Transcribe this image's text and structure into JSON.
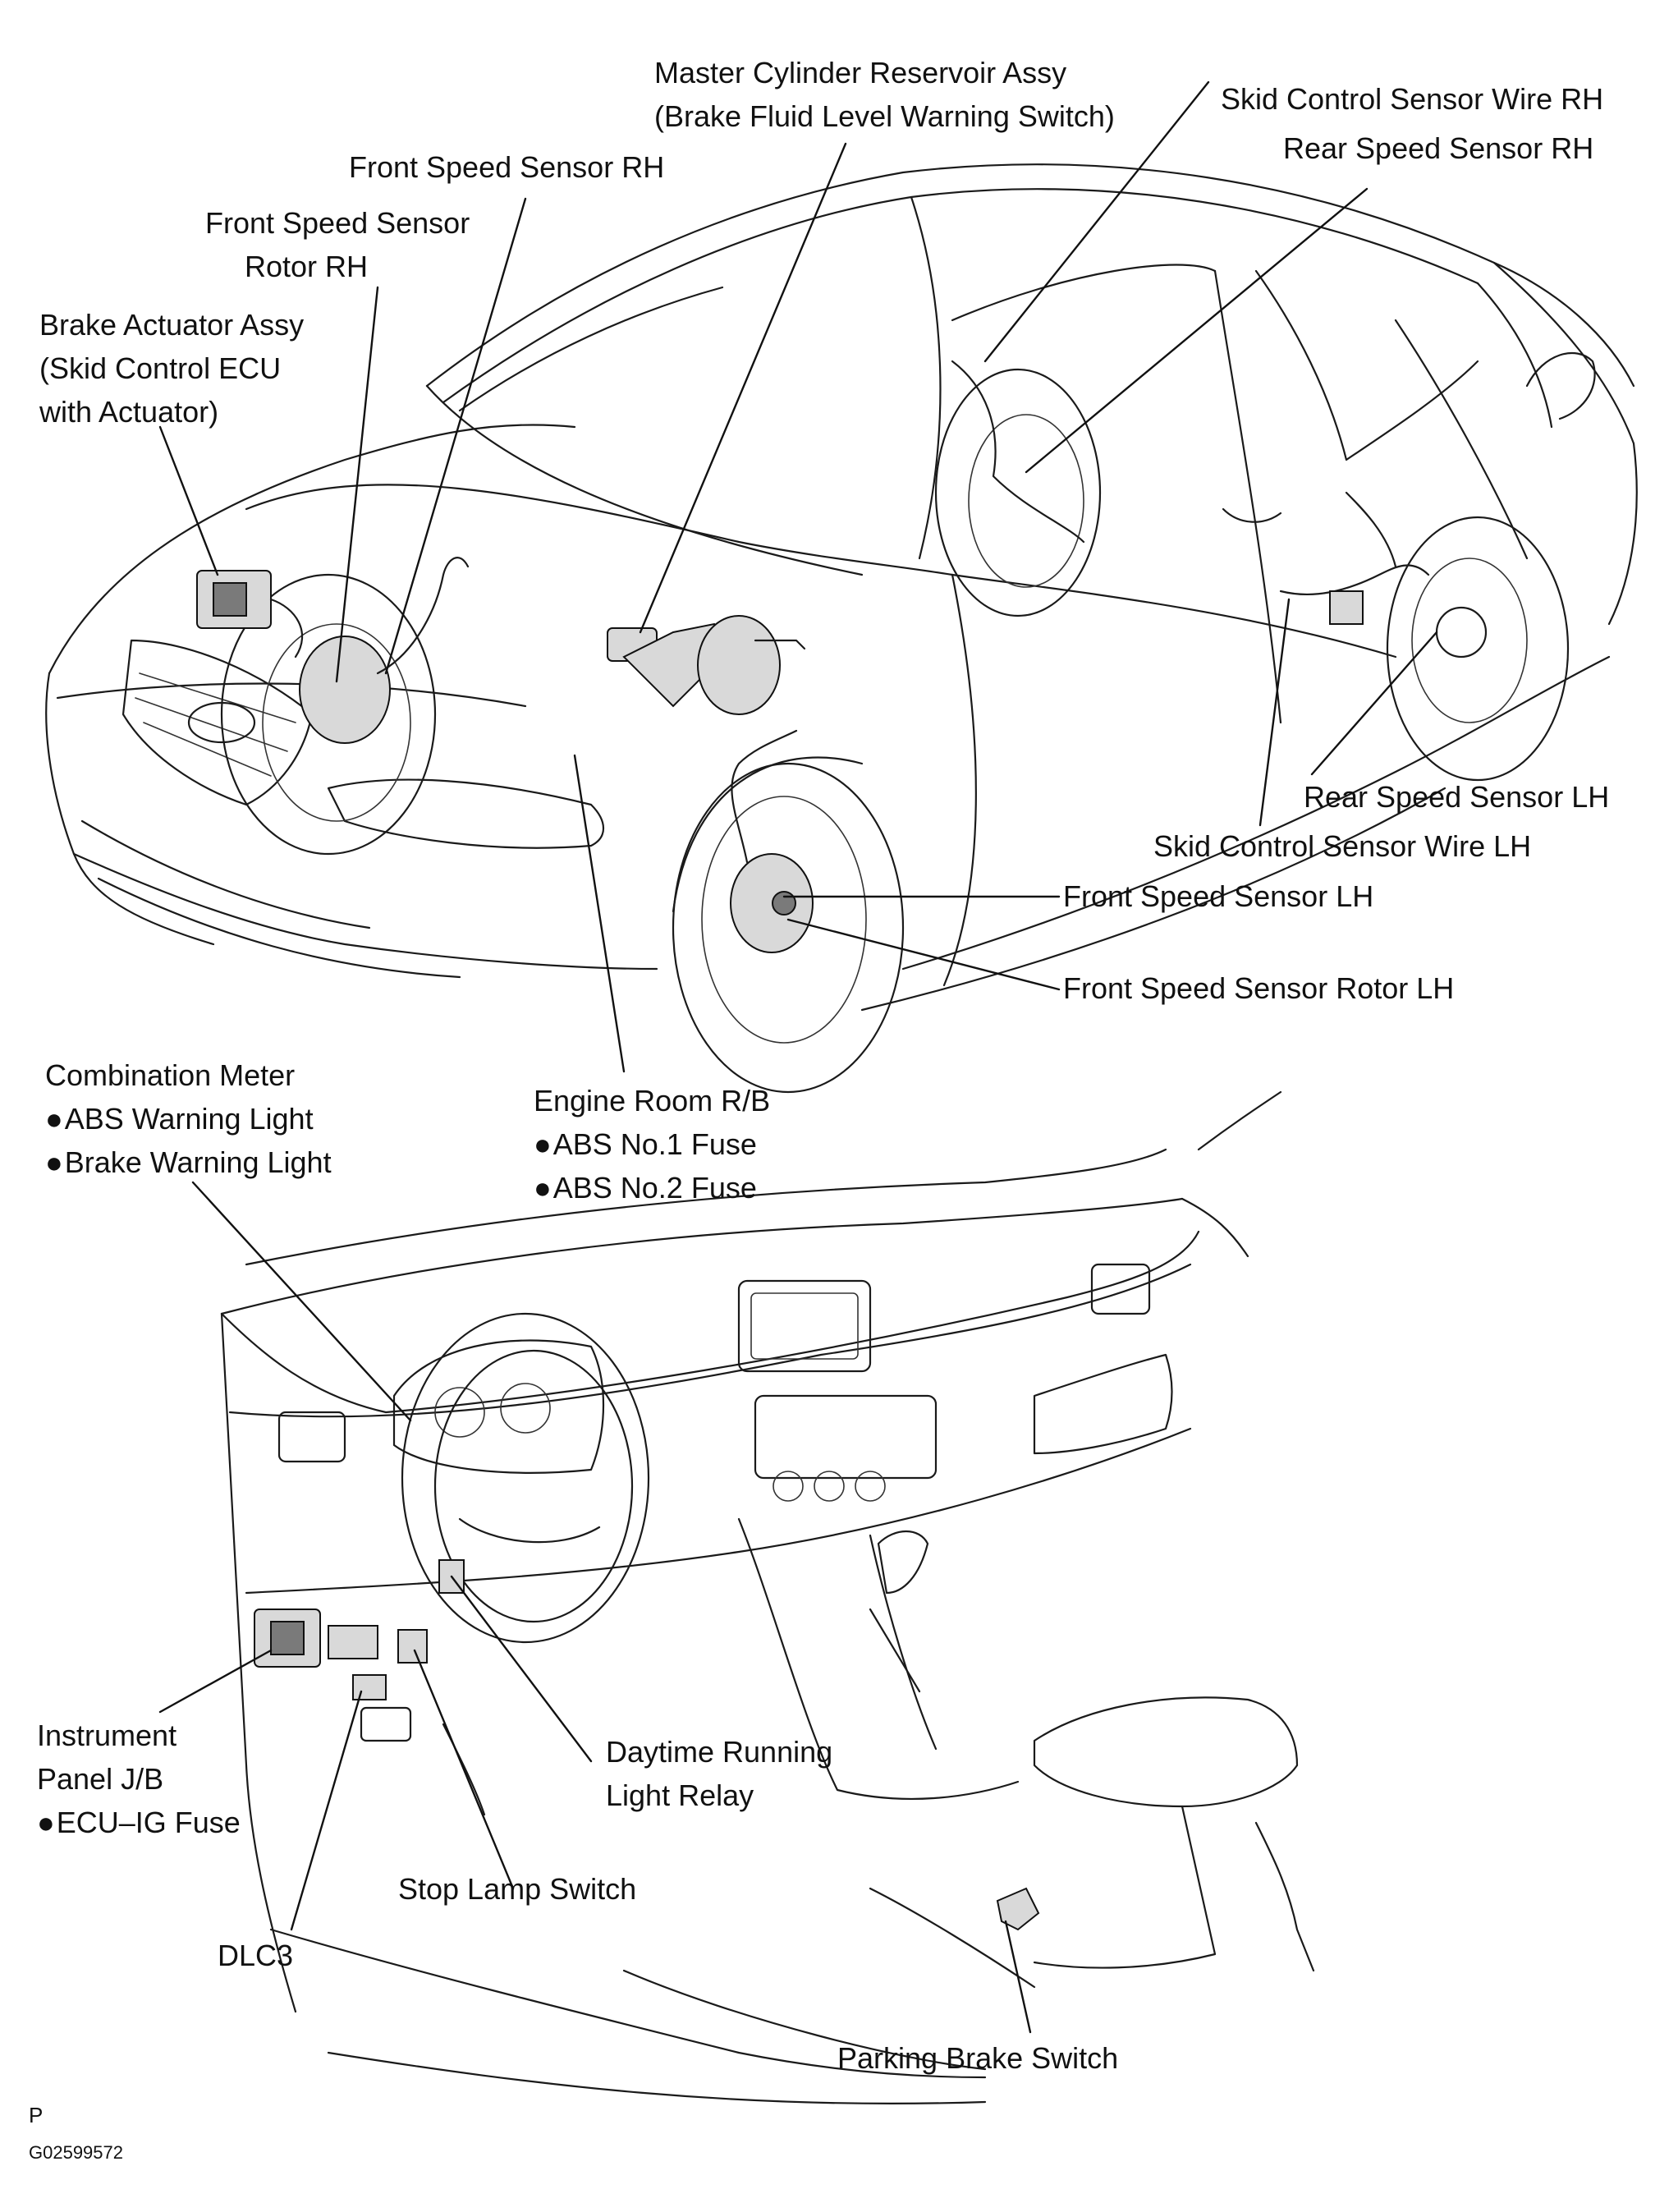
{
  "labels": {
    "master_cylinder": [
      "Master Cylinder Reservoir Assy",
      "(Brake Fluid Level Warning Switch)"
    ],
    "skid_wire_rh": "Skid Control Sensor Wire RH",
    "rear_speed_rh": "Rear Speed Sensor RH",
    "front_speed_rh": "Front Speed Sensor RH",
    "front_rotor_rh": [
      "Front Speed Sensor",
      "Rotor RH"
    ],
    "brake_actuator": [
      "Brake Actuator Assy",
      "(Skid Control ECU",
      "with Actuator)"
    ],
    "rear_speed_lh": "Rear Speed Sensor LH",
    "skid_wire_lh": "Skid Control Sensor Wire LH",
    "front_speed_lh": "Front Speed Sensor LH",
    "front_rotor_lh": "Front Speed Sensor Rotor LH",
    "combination_meter": {
      "title": "Combination Meter",
      "items": [
        "ABS Warning Light",
        "Brake Warning Light"
      ]
    },
    "engine_room_rb": {
      "title": "Engine Room R/B",
      "items": [
        "ABS No.1 Fuse",
        "ABS No.2 Fuse"
      ]
    },
    "instrument_panel_jb": {
      "title": [
        "Instrument",
        "Panel J/B"
      ],
      "items": [
        "ECU–IG Fuse"
      ]
    },
    "drl_relay": [
      "Daytime Running",
      "Light Relay"
    ],
    "stop_lamp_switch": "Stop Lamp Switch",
    "dlc3": "DLC3",
    "parking_brake_switch": "Parking Brake Switch"
  },
  "footer": {
    "marker": "P",
    "code": "G02599572"
  }
}
